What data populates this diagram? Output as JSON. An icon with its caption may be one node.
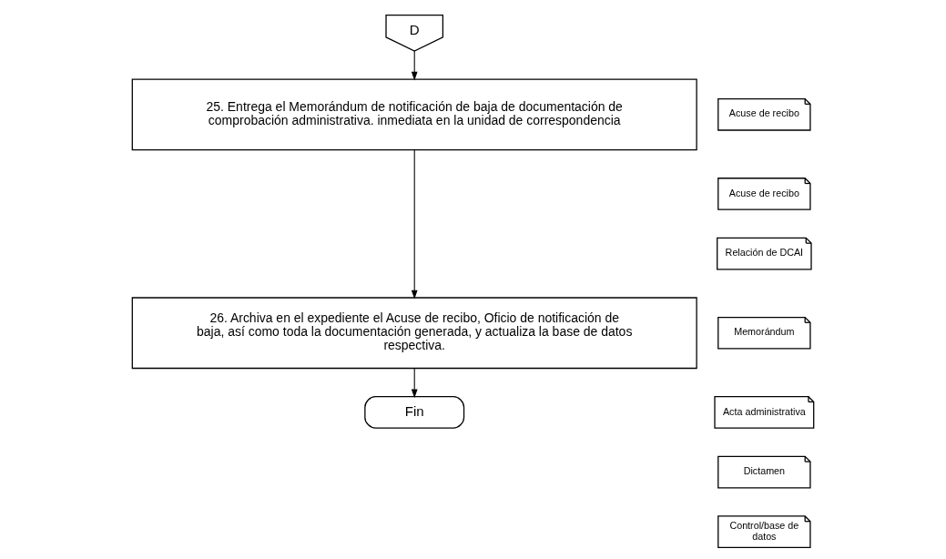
{
  "diagram": {
    "nodes": [
      {
        "text": [
          "D"
        ]
      },
      {
        "text": [
          "25. Entrega el Memorándum de notificación de baja de documentación de comprobación administrativa. inmediata en la unidad de correspondencia"
        ]
      },
      {
        "text": [
          "Acuse de recibo"
        ]
      },
      {
        "text": [
          "26. Archiva en el expediente el Acuse de recibo, Oficio de notificación de baja, así como toda la documentación generada, y actualiza la base de datos respectiva."
        ]
      },
      {
        "text": [
          "Acuse de recibo"
        ]
      },
      {
        "text": [
          "Relación de DCAI"
        ]
      },
      {
        "text": [
          "Memorándum"
        ]
      },
      {
        "text": [
          "Acta administrativa"
        ]
      },
      {
        "text": [
          "Dictamen"
        ]
      },
      {
        "text": [
          "Control/base de datos"
        ]
      },
      {
        "text": [
          "Fin"
        ]
      }
    ],
    "edges": [
      {
        "from": 0,
        "to": 1,
        "arrow": "to"
      },
      {
        "from": 1,
        "to": 3,
        "arrow": "to"
      },
      {
        "from": 3,
        "to": 10,
        "arrow": "to"
      }
    ]
  }
}
